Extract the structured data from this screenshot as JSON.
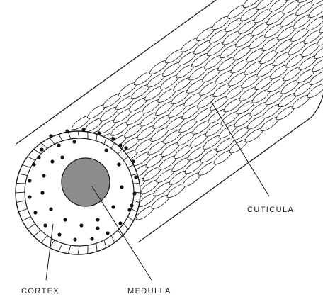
{
  "diagram": {
    "labels": {
      "cuticula": "CUTICULA",
      "cortex": "CORTEX",
      "medulla": "MEDULLA"
    },
    "colors": {
      "stroke": "#1a1a1a",
      "background": "#ffffff",
      "medulla_fill": "#8c8c8c",
      "pigment": "#111111"
    }
  }
}
